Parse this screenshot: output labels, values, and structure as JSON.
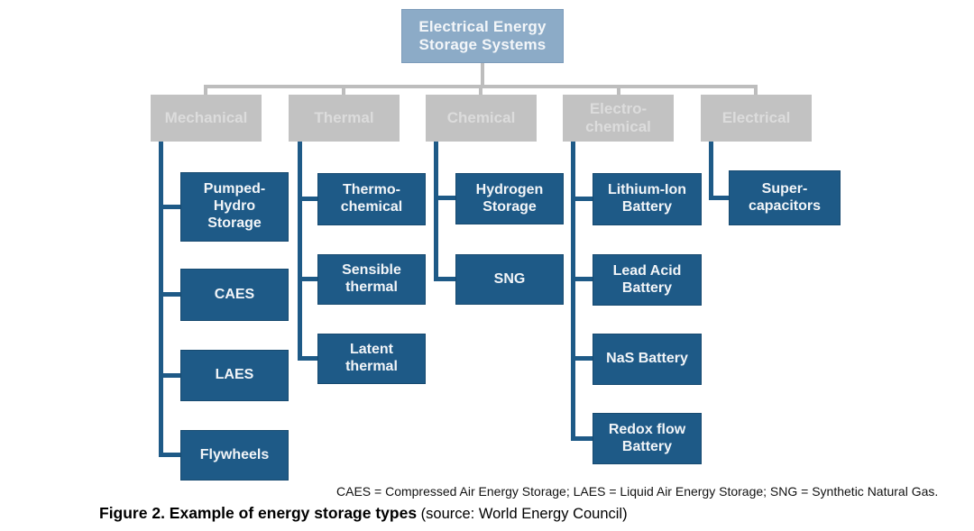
{
  "palette": {
    "root_fill": "#8CABC7",
    "category_fill": "#C2C2C2",
    "category_text": "#DCDCDC",
    "child_fill": "#1E5A87",
    "child_text": "#FFFFFF",
    "connector_gray": "#BDBDBD",
    "connector_blue": "#1E5A87"
  },
  "root": {
    "label": "Electrical Energy\nStorage Systems"
  },
  "categories": [
    {
      "label": "Mechanical",
      "children": [
        "Pumped-\nHydro\nStorage",
        "CAES",
        "LAES",
        "Flywheels"
      ]
    },
    {
      "label": "Thermal",
      "children": [
        "Thermo-\nchemical",
        "Sensible\nthermal",
        "Latent\nthermal"
      ]
    },
    {
      "label": "Chemical",
      "children": [
        "Hydrogen\nStorage",
        "SNG"
      ]
    },
    {
      "label": "Electro-\nchemical",
      "children": [
        "Lithium-Ion\nBattery",
        "Lead Acid\nBattery",
        "NaS Battery",
        "Redox flow\nBattery"
      ]
    },
    {
      "label": "Electrical",
      "children": [
        "Super-\ncapacitors"
      ]
    }
  ],
  "footnote": "CAES = Compressed Air Energy Storage; LAES = Liquid Air Energy Storage; SNG = Synthetic Natural Gas.",
  "caption": {
    "bold": "Figure 2. Example of energy storage types",
    "normal": " (source: World Energy Council)"
  }
}
